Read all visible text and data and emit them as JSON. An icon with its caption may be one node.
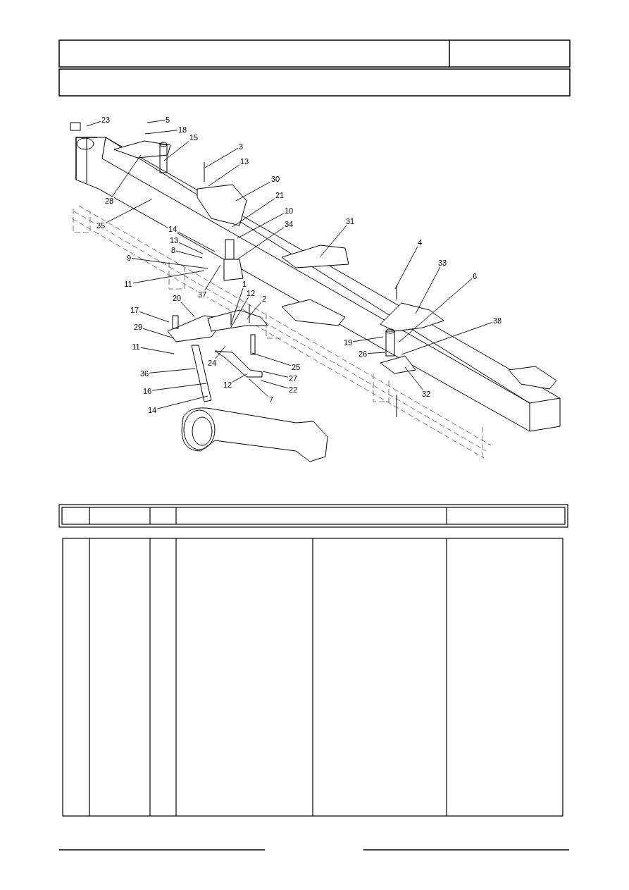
{
  "diagram": {
    "nodes": [
      {
        "text": [
          "23"
        ]
      },
      {
        "text": [
          "5"
        ]
      },
      {
        "text": [
          "18"
        ]
      },
      {
        "text": [
          "15"
        ]
      },
      {
        "text": [
          "3"
        ]
      },
      {
        "text": [
          "13"
        ]
      },
      {
        "text": [
          "30"
        ]
      },
      {
        "text": [
          "28"
        ]
      },
      {
        "text": [
          "21"
        ]
      },
      {
        "text": [
          "10"
        ]
      },
      {
        "text": [
          "35"
        ]
      },
      {
        "text": [
          "34"
        ]
      },
      {
        "text": [
          "31"
        ]
      },
      {
        "text": [
          "14"
        ]
      },
      {
        "text": [
          "13"
        ]
      },
      {
        "text": [
          "8"
        ]
      },
      {
        "text": [
          "9"
        ]
      },
      {
        "text": [
          "4"
        ]
      },
      {
        "text": [
          "11"
        ]
      },
      {
        "text": [
          "33"
        ]
      },
      {
        "text": [
          "6"
        ]
      },
      {
        "text": [
          "37"
        ]
      },
      {
        "text": [
          "1"
        ]
      },
      {
        "text": [
          "12"
        ]
      },
      {
        "text": [
          "2"
        ]
      },
      {
        "text": [
          "20"
        ]
      },
      {
        "text": [
          "17"
        ]
      },
      {
        "text": [
          "38"
        ]
      },
      {
        "text": [
          "29"
        ]
      },
      {
        "text": [
          "19"
        ]
      },
      {
        "text": [
          "11"
        ]
      },
      {
        "text": [
          "26"
        ]
      },
      {
        "text": [
          "24"
        ]
      },
      {
        "text": [
          "25"
        ]
      },
      {
        "text": [
          "36"
        ]
      },
      {
        "text": [
          "27"
        ]
      },
      {
        "text": [
          "12"
        ]
      },
      {
        "text": [
          "22"
        ]
      },
      {
        "text": [
          "16"
        ]
      },
      {
        "text": [
          "32"
        ]
      },
      {
        "text": [
          "7"
        ]
      },
      {
        "text": [
          "14"
        ]
      }
    ],
    "edges": [
      {
        "from": 0,
        "to": null,
        "arrow": "none"
      },
      {
        "from": 1,
        "to": null,
        "arrow": "none"
      },
      {
        "from": 2,
        "to": null,
        "arrow": "none"
      },
      {
        "from": 3,
        "to": null,
        "arrow": "none"
      },
      {
        "from": 4,
        "to": null,
        "arrow": "none"
      },
      {
        "from": 5,
        "to": null,
        "arrow": "none"
      },
      {
        "from": 6,
        "to": null,
        "arrow": "none"
      },
      {
        "from": 7,
        "to": null,
        "arrow": "none"
      },
      {
        "from": 8,
        "to": null,
        "arrow": "none"
      },
      {
        "from": 9,
        "to": null,
        "arrow": "none"
      },
      {
        "from": 10,
        "to": null,
        "arrow": "none"
      },
      {
        "from": 11,
        "to": null,
        "arrow": "none"
      },
      {
        "from": 12,
        "to": null,
        "arrow": "none"
      },
      {
        "from": 13,
        "to": null,
        "arrow": "none"
      },
      {
        "from": 14,
        "to": null,
        "arrow": "none"
      },
      {
        "from": 15,
        "to": null,
        "arrow": "none"
      },
      {
        "from": 16,
        "to": null,
        "arrow": "none"
      },
      {
        "from": 17,
        "to": null,
        "arrow": "none"
      },
      {
        "from": 18,
        "to": null,
        "arrow": "none"
      },
      {
        "from": 19,
        "to": null,
        "arrow": "none"
      },
      {
        "from": 20,
        "to": null,
        "arrow": "none"
      },
      {
        "from": 21,
        "to": null,
        "arrow": "none"
      },
      {
        "from": 22,
        "to": null,
        "arrow": "none"
      },
      {
        "from": 23,
        "to": null,
        "arrow": "none"
      },
      {
        "from": 24,
        "to": null,
        "arrow": "none"
      },
      {
        "from": 25,
        "to": null,
        "arrow": "none"
      },
      {
        "from": 26,
        "to": null,
        "arrow": "none"
      },
      {
        "from": 27,
        "to": null,
        "arrow": "none"
      },
      {
        "from": 28,
        "to": null,
        "arrow": "none"
      },
      {
        "from": 29,
        "to": null,
        "arrow": "none"
      },
      {
        "from": 30,
        "to": null,
        "arrow": "none"
      },
      {
        "from": 31,
        "to": null,
        "arrow": "none"
      },
      {
        "from": 32,
        "to": null,
        "arrow": "none"
      },
      {
        "from": 33,
        "to": null,
        "arrow": "none"
      },
      {
        "from": 34,
        "to": null,
        "arrow": "none"
      },
      {
        "from": 35,
        "to": null,
        "arrow": "none"
      },
      {
        "from": 36,
        "to": null,
        "arrow": "none"
      },
      {
        "from": 37,
        "to": null,
        "arrow": "none"
      },
      {
        "from": 38,
        "to": null,
        "arrow": "none"
      },
      {
        "from": 39,
        "to": null,
        "arrow": "none"
      },
      {
        "from": 40,
        "to": null,
        "arrow": "none"
      },
      {
        "from": 41,
        "to": null,
        "arrow": "none"
      }
    ]
  }
}
